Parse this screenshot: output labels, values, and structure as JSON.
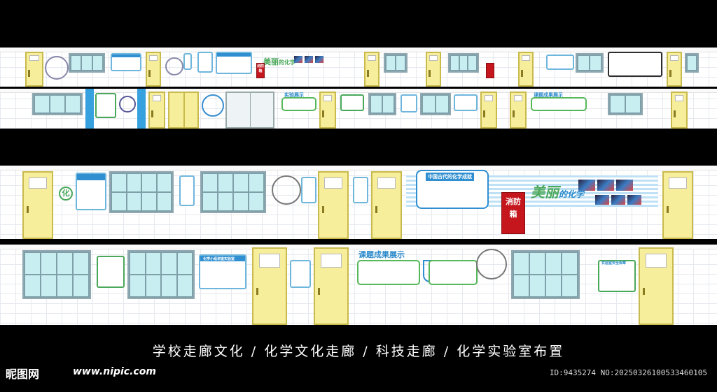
{
  "caption": "学校走廊文化 / 化学文化走廊 / 科技走廊 / 化学实验室布置",
  "logo": {
    "name": "昵图网",
    "url": "www.nipic.com"
  },
  "meta": {
    "id_line": "ID:9435274 NO:20250326100533460105"
  },
  "signs": {
    "fire_box": "消防箱",
    "beautiful_chem_big": "美丽",
    "beautiful_chem_small": "的化学",
    "results_display": "课题成果展示",
    "lab_display": "实验展示",
    "china_chem": "中国古代的化学成就",
    "lab_safety": "化学小组讲座实验室",
    "chem_char": "化",
    "lab_rules": "实验室安全规章"
  },
  "colors": {
    "door": "#f7ee9c",
    "window": "#c8eef2",
    "board_blue": "#2f8fd0",
    "fire_red": "#c4161c",
    "accent_green": "#57b85a"
  }
}
